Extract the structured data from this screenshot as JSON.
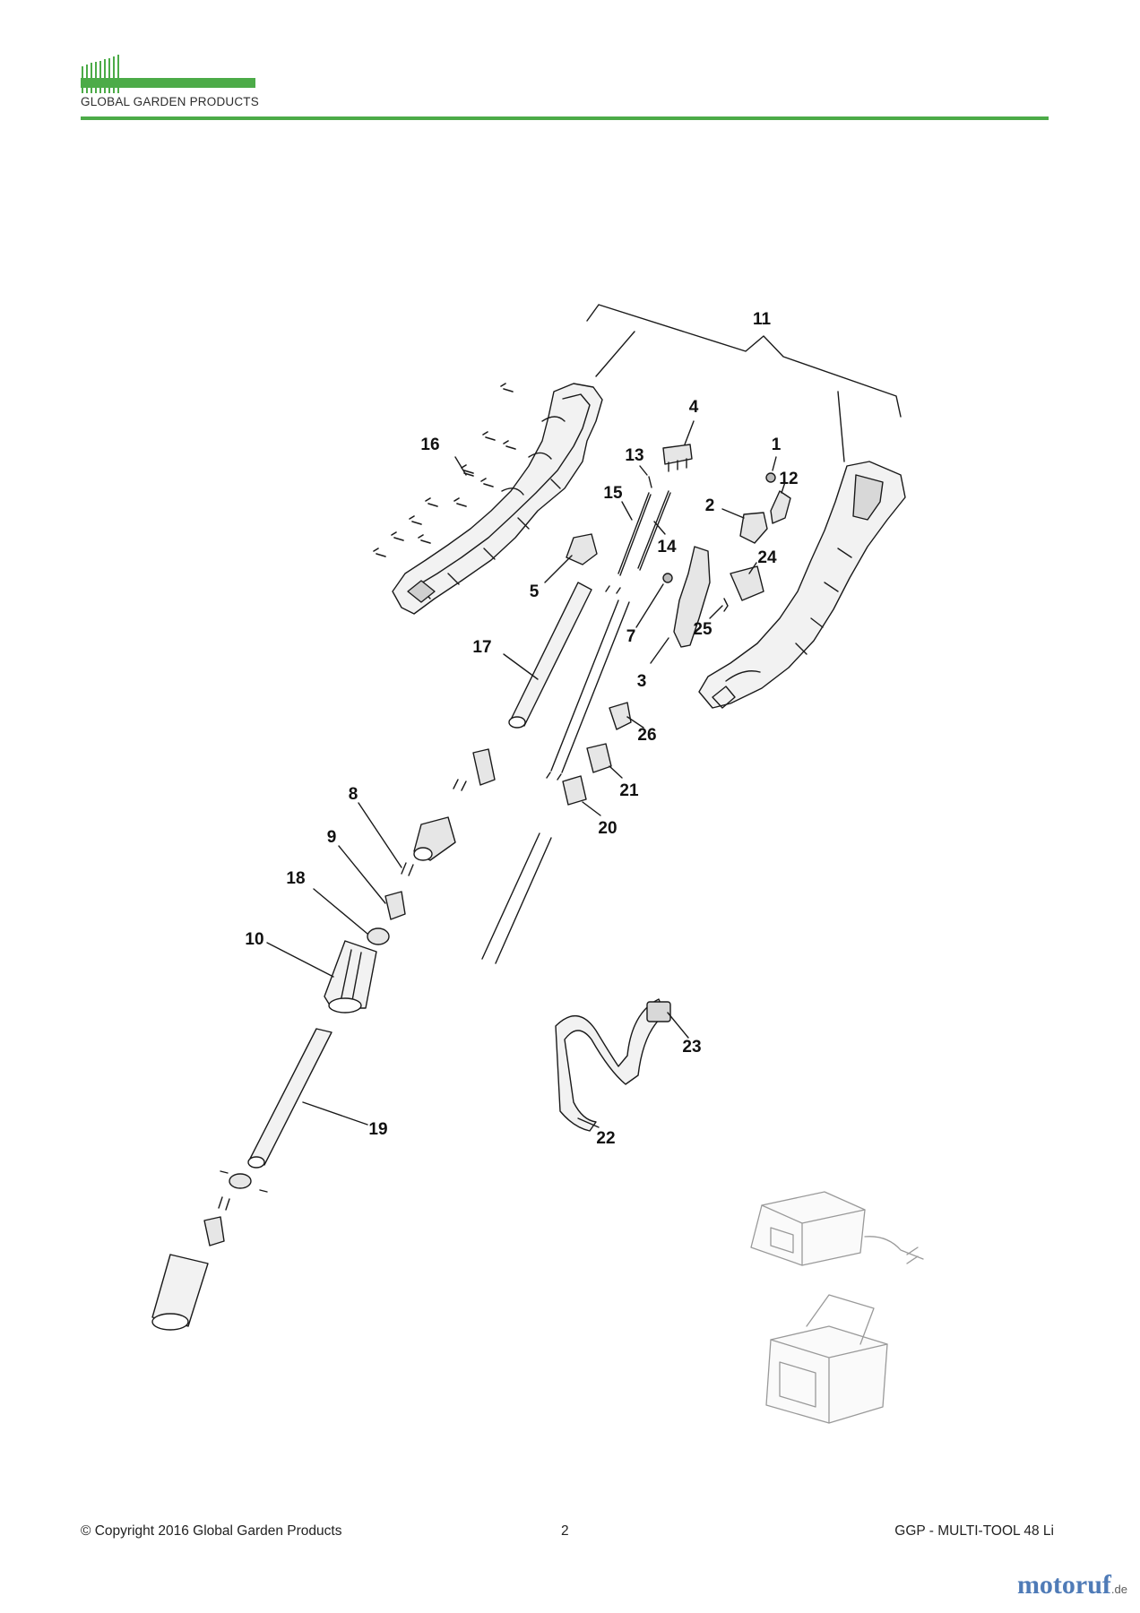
{
  "header": {
    "brand": "GLOBAL GARDEN PRODUCTS",
    "accent_color": "#4cab48"
  },
  "diagram": {
    "callouts": [
      {
        "label": "11"
      },
      {
        "label": "4"
      },
      {
        "label": "16"
      },
      {
        "label": "13"
      },
      {
        "label": "1"
      },
      {
        "label": "12"
      },
      {
        "label": "15"
      },
      {
        "label": "2"
      },
      {
        "label": "14"
      },
      {
        "label": "24"
      },
      {
        "label": "5"
      },
      {
        "label": "17"
      },
      {
        "label": "7"
      },
      {
        "label": "25"
      },
      {
        "label": "3"
      },
      {
        "label": "26"
      },
      {
        "label": "21"
      },
      {
        "label": "8"
      },
      {
        "label": "20"
      },
      {
        "label": "9"
      },
      {
        "label": "18"
      },
      {
        "label": "10"
      },
      {
        "label": "23"
      },
      {
        "label": "19"
      },
      {
        "label": "22"
      }
    ],
    "line_color": "#1a1a1a",
    "part_fill": "#f2f2f2",
    "accessory_color": "#9a9a9a"
  },
  "footer": {
    "copyright": "© Copyright 2016 Global Garden Products",
    "page_number": "2",
    "product": "GGP - MULTI-TOOL 48 Li"
  },
  "watermark": {
    "main": "motoruf",
    "tld": ".de"
  }
}
